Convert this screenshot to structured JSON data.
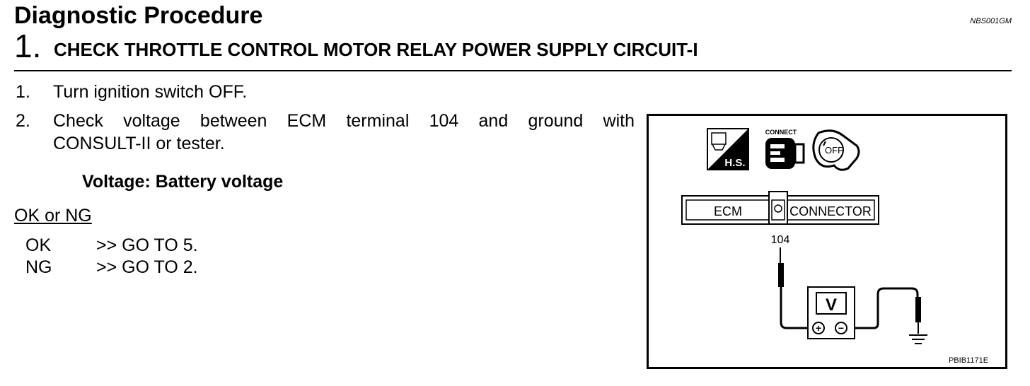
{
  "header": {
    "title": "Diagnostic Procedure",
    "ref_code": "NBS001GM"
  },
  "step": {
    "number": "1.",
    "title": "CHECK THROTTLE CONTROL MOTOR RELAY POWER SUPPLY CIRCUIT-I"
  },
  "instructions": [
    {
      "num": "1.",
      "line1": "Turn ignition switch OFF."
    },
    {
      "num": "2.",
      "line1": "Check voltage between ECM terminal 104 and ground with",
      "line2": "CONSULT-II or tester."
    }
  ],
  "spec": "Voltage: Battery voltage",
  "result": {
    "heading": "OK or NG",
    "options": [
      {
        "label": "OK",
        "action": ">> GO TO 5."
      },
      {
        "label": "NG",
        "action": ">> GO TO 2."
      }
    ]
  },
  "figure": {
    "hs_label": "H.S.",
    "connect_label": "CONNECT",
    "off_label": "OFF",
    "ecm_label": "ECM",
    "connector_label": "CONNECTOR",
    "terminal": "104",
    "meter_label": "V",
    "plus_symbol": "+",
    "minus_symbol": "−",
    "code": "PBIB1171E"
  }
}
